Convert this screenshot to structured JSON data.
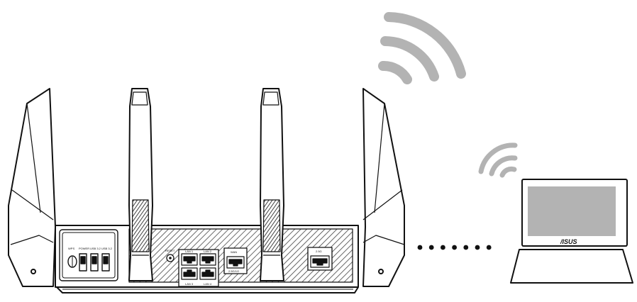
{
  "router": {
    "button_labels": [
      "WPS",
      "POWER",
      "USB 3.2",
      "USB 3.2"
    ],
    "reset_label": "RESET",
    "lan_labels": [
      "LAN 1",
      "LAN 2",
      "LAN 3",
      "LAN 4"
    ],
    "wan_label": "WAN",
    "wan_speed_label": "2.5G/1G",
    "game_port_label": "2.5G"
  },
  "laptop": {
    "brand": "/ISUS"
  },
  "connection": {
    "dots": 7
  },
  "colors": {
    "wifi_waves": "#b3b3b3",
    "laptop_screen": "#b3b3b3",
    "outline": "#111111",
    "hatch": "#444444"
  }
}
